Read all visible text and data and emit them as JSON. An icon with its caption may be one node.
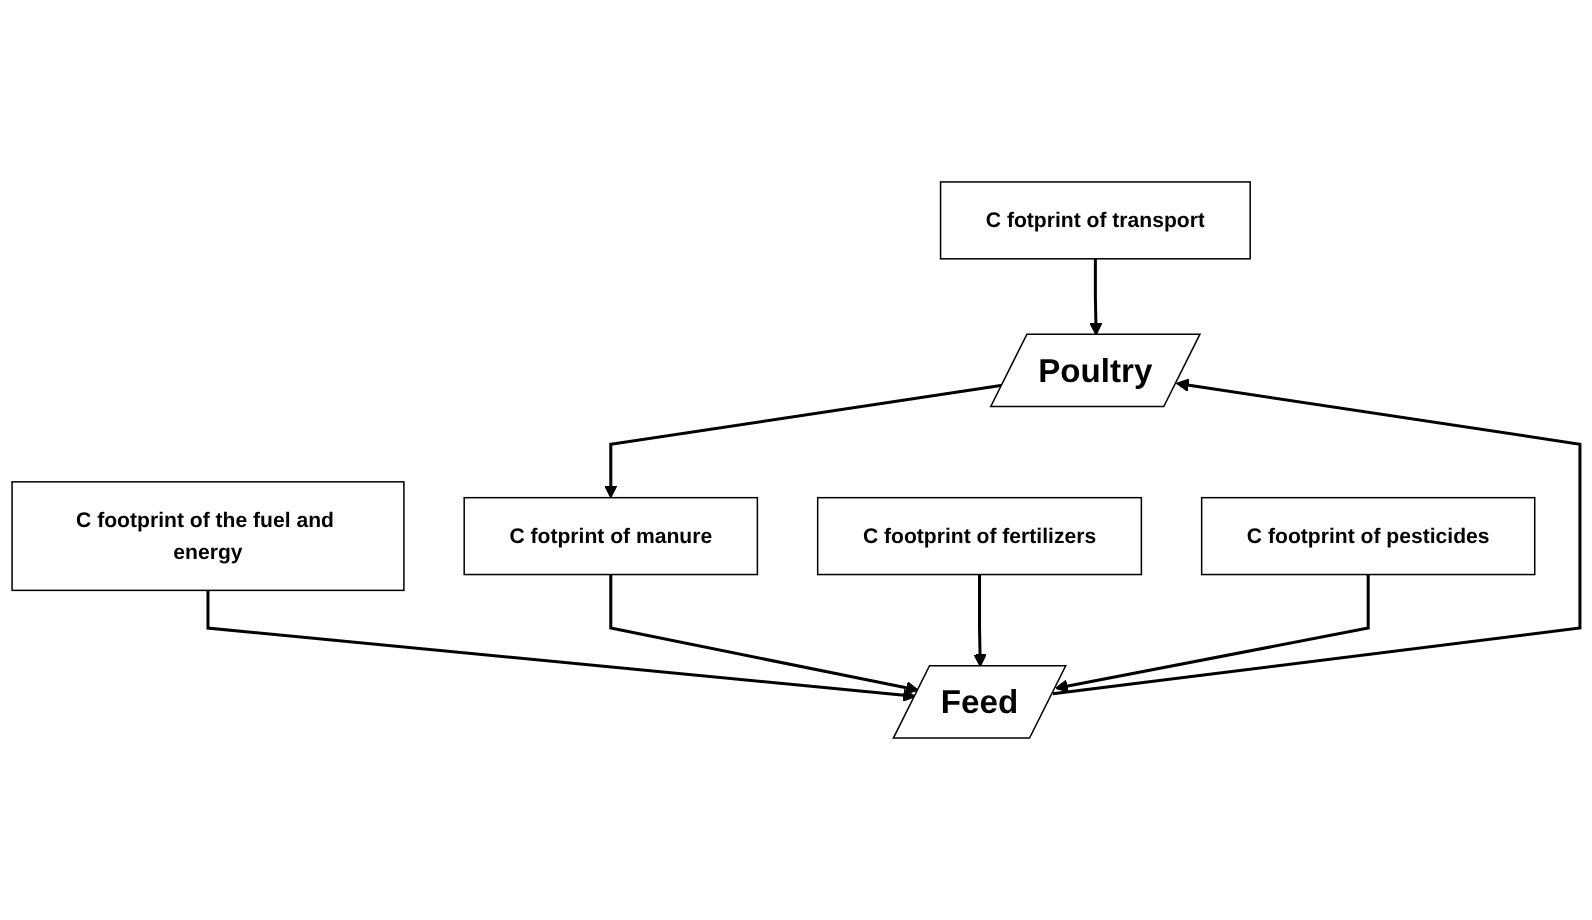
{
  "diagram": {
    "nodes": [
      {
        "text": [
          "C footprint of the fuel and energy"
        ]
      },
      {
        "text": [
          "C fotprint of manure"
        ]
      },
      {
        "text": [
          "Feed"
        ]
      },
      {
        "text": [
          "C footprint of fertilizers"
        ]
      },
      {
        "text": [
          "C footprint of pesticides"
        ]
      },
      {
        "text": [
          "C fotprint of transport"
        ]
      },
      {
        "text": [
          "Poultry"
        ]
      }
    ],
    "edges": [
      {
        "from": 0,
        "to": 2,
        "arrow": "to"
      },
      {
        "from": 1,
        "to": 2,
        "arrow": "to"
      },
      {
        "from": 3,
        "to": 2,
        "arrow": "to"
      },
      {
        "from": 4,
        "to": 2,
        "arrow": "to"
      },
      {
        "from": 2,
        "to": 6,
        "arrow": "to"
      },
      {
        "from": 5,
        "to": 6,
        "arrow": "to"
      },
      {
        "from": 6,
        "to": 1,
        "arrow": "to"
      }
    ]
  }
}
